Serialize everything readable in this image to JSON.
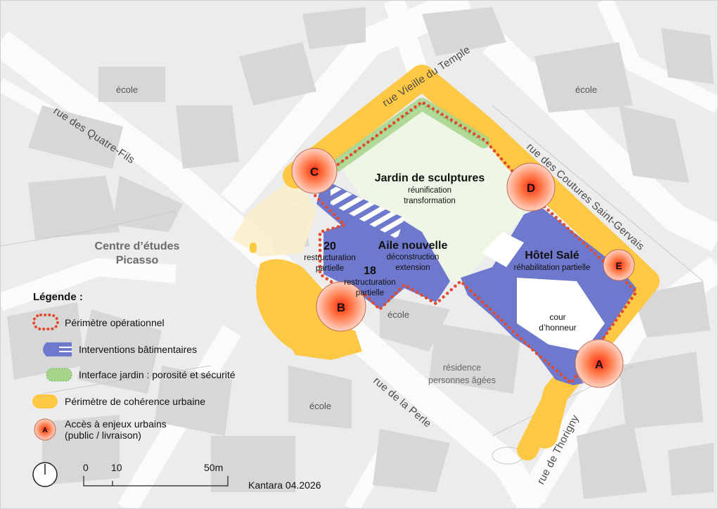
{
  "streets": {
    "vieille_du_temple": "rue Vieille du Temple",
    "quatre_fils": "rue des Quatre-Fils",
    "coutures": "rue des Coutures Saint-Gervais",
    "perle": "rue de la Perle",
    "thorigny": "rue de Thorigny"
  },
  "places": {
    "ecole": "école",
    "centre_line1": "Centre d’études",
    "centre_line2": "Picasso",
    "residence_line1": "résidence",
    "residence_line2": "personnes âgées",
    "cour_line1": "cour",
    "cour_line2": "d’honneur"
  },
  "zones": {
    "jardin": {
      "title": "Jardin de sculptures",
      "line1": "réunification",
      "line2": "transformation"
    },
    "aile": {
      "title": "Aile nouvelle",
      "line1": "déconstruction",
      "line2": "extension"
    },
    "hotel": {
      "title": "Hôtel Salé",
      "line1": "réhabilitation partielle"
    },
    "b20": {
      "number": "20",
      "line1": "restructuration",
      "line2": "partielle"
    },
    "b18": {
      "number": "18",
      "line1": "restructuration",
      "line2": "partielle"
    }
  },
  "access_points": [
    "A",
    "B",
    "C",
    "D",
    "E"
  ],
  "legend": {
    "title": "Légende :",
    "items": [
      {
        "symbol": "dotted-outline",
        "label": "Périmètre opérationnel"
      },
      {
        "symbol": "blue-wedge",
        "label": "Interventions bâtimentaires"
      },
      {
        "symbol": "green-band",
        "label": "Interface jardin : porosité et sécurité"
      },
      {
        "symbol": "yellow-band",
        "label": "Périmètre de cohérence urbaine"
      },
      {
        "symbol": "access-circle",
        "letter": "A",
        "label_line1": "Accès à enjeux urbains",
        "label_line2": "(public / livraison)"
      }
    ]
  },
  "scale": {
    "ticks": [
      "0",
      "10",
      "50m"
    ]
  },
  "credit": "Kantara 04.2026",
  "colors": {
    "background": "#ececec",
    "building": "#d6d6d6",
    "yellow": "#fdc843",
    "blue": "#6e78cc",
    "garden": "#eef6e6",
    "green": "#a6d48a",
    "red": "#e34a2e"
  }
}
